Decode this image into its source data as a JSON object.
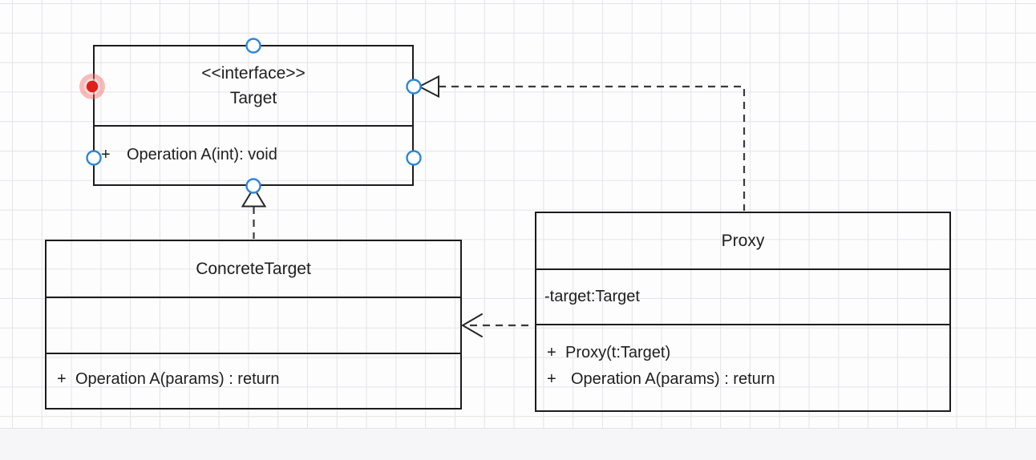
{
  "canvas": {
    "kind": "diagram-editor-grid-canvas",
    "background": "#fdfdfe",
    "grid_color": "#e4e4e8",
    "footer_color": "#f6f6f8"
  },
  "colors": {
    "node_stroke": "#1c1c1c",
    "edge_stroke": "#3a3a3a",
    "connection_point_blue": "#2e86d9",
    "endpoint_red": "#e0201a",
    "endpoint_halo_pink": "#ef6b65"
  },
  "classes": {
    "target": {
      "stereotype": "<<interface>>",
      "name": "Target",
      "methods": [
        {
          "vis": "+",
          "sig": "Operation A(int): void"
        }
      ]
    },
    "concrete": {
      "name": "ConcreteTarget",
      "attributes": [],
      "methods": [
        {
          "vis": "+",
          "sig": "Operation A(params) : return"
        }
      ]
    },
    "proxy": {
      "name": "Proxy",
      "attributes": [
        {
          "vis": "-",
          "sig": "target:Target"
        }
      ],
      "methods": [
        {
          "vis": "+",
          "sig": "Proxy(t:Target)"
        },
        {
          "vis": "+",
          "sig": "Operation A(params) : return"
        }
      ]
    }
  },
  "edges": [
    {
      "type": "realization",
      "from": "Proxy",
      "to": "Target",
      "line": "dashed",
      "arrowhead": "hollow-triangle"
    },
    {
      "type": "realization",
      "from": "ConcreteTarget",
      "to": "Target",
      "line": "dashed",
      "arrowhead": "hollow-triangle"
    },
    {
      "type": "dependency",
      "from": "Proxy",
      "to": "ConcreteTarget",
      "line": "dashed",
      "arrowhead": "open"
    }
  ],
  "editor_ui": {
    "connection_point_count": 5,
    "selected_endpoint": "unattached-red-endpoint-on-target-left-edge"
  }
}
